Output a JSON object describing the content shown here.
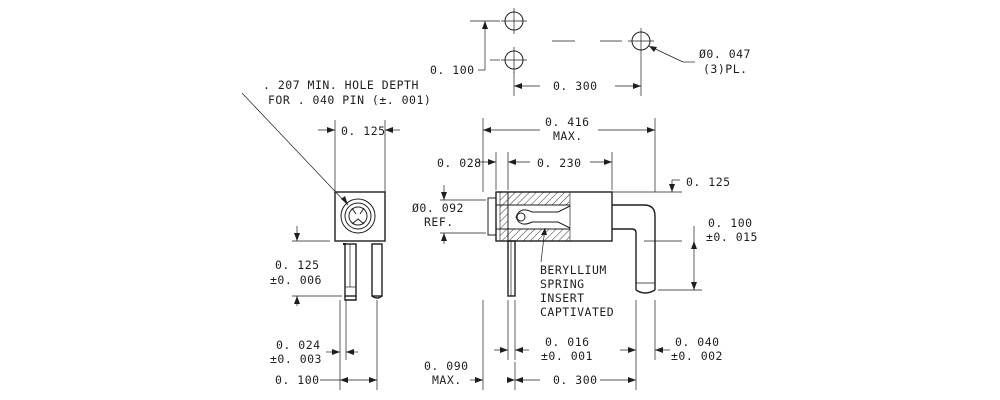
{
  "hole_pattern": {
    "pitch_vertical": "0. 100",
    "pitch_horizontal": "0. 300",
    "hole_diameter": "Ø0. 047",
    "hole_count": "(3)PL."
  },
  "end_view": {
    "note_line1": ". 207 MIN. HOLE DEPTH",
    "note_line2": "FOR . 040 PIN (±. 001)",
    "body_width": "0. 125",
    "standoff_line1": "0. 125",
    "standoff_line2": "±0. 006",
    "pin_dia_line1": "0. 024",
    "pin_dia_line2": "±0. 003",
    "pin_spacing": "0. 100"
  },
  "side_view": {
    "overall_length_line1": "0. 416",
    "overall_length_line2": "MAX.",
    "flange": "0. 028",
    "insert_length": "0. 230",
    "body_height": "0. 125",
    "bore_line1": "Ø0. 092",
    "bore_line2": "REF.",
    "pin_offset_line1": "0. 100",
    "pin_offset_line2": "±0. 015",
    "insert_note_line1": "BERYLLIUM",
    "insert_note_line2": "SPRING",
    "insert_note_line3": "INSERT",
    "insert_note_line4": "CAPTIVATED",
    "tab_thickness_line1": "0. 016",
    "tab_thickness_line2": "±0. 001",
    "pin_dia_line1": "0. 040",
    "pin_dia_line2": "±0. 002",
    "tab_width_line1": "0. 090",
    "tab_width_line2": "MAX.",
    "pin_spacing": "0. 300"
  }
}
